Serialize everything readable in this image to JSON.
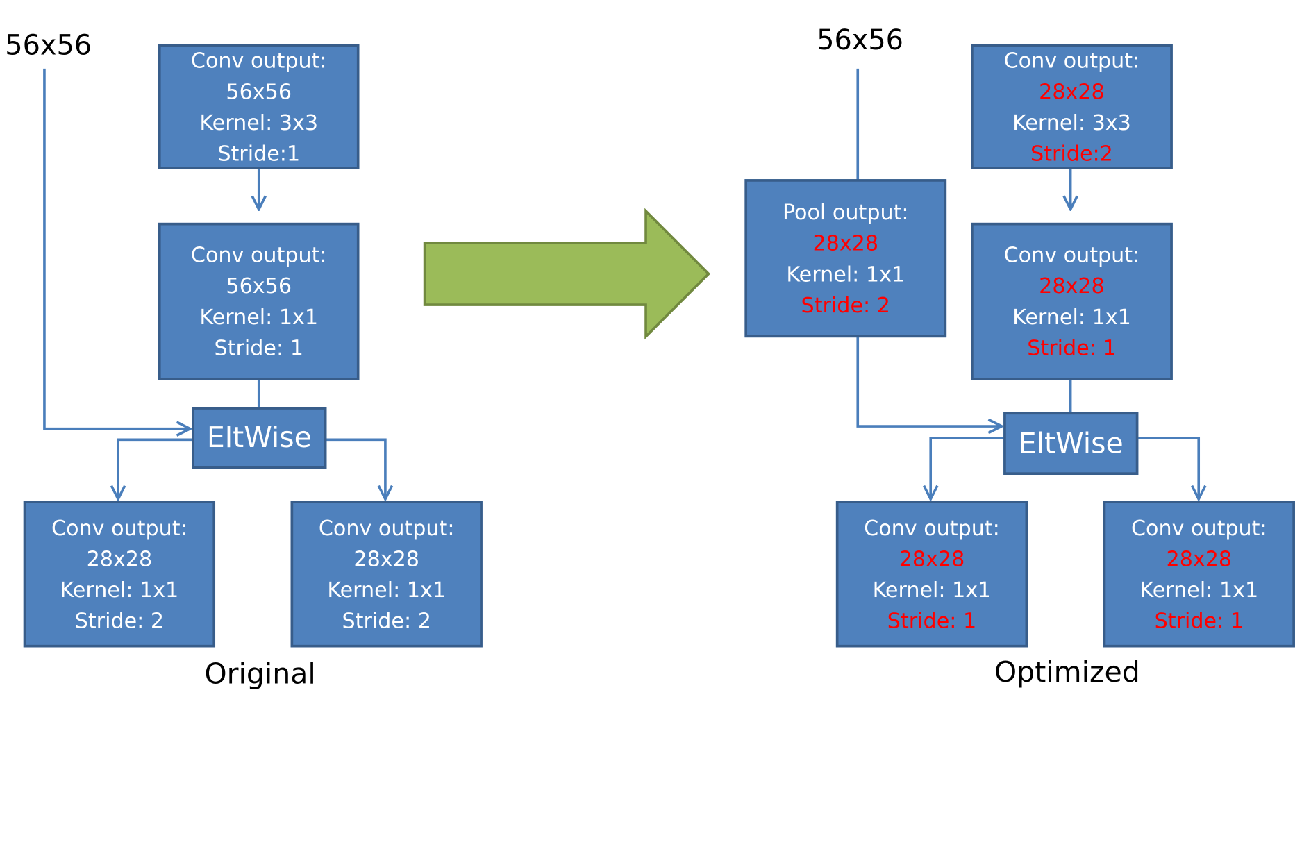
{
  "original": {
    "input_label": "56x56",
    "caption": "Original",
    "conv1": {
      "title": "Conv output:",
      "size": "56x56",
      "kernel": "Kernel: 3x3",
      "stride": "Stride:1"
    },
    "conv2": {
      "title": "Conv output:",
      "size": "56x56",
      "kernel": "Kernel: 1x1",
      "stride": "Stride: 1"
    },
    "eltwise": "EltWise",
    "conv3": {
      "title": "Conv output:",
      "size": "28x28",
      "kernel": "Kernel: 1x1",
      "stride": "Stride: 2"
    },
    "conv4": {
      "title": "Conv output:",
      "size": "28x28",
      "kernel": "Kernel: 1x1",
      "stride": "Stride: 2"
    }
  },
  "optimized": {
    "input_label": "56x56",
    "caption": "Optimized",
    "pool": {
      "title": "Pool output:",
      "size": "28x28",
      "kernel": "Kernel: 1x1",
      "stride": "Stride: 2"
    },
    "conv1": {
      "title": "Conv output:",
      "size": "28x28",
      "kernel": "Kernel: 3x3",
      "stride": "Stride:2"
    },
    "conv2": {
      "title": "Conv output:",
      "size": "28x28",
      "kernel": "Kernel: 1x1",
      "stride": "Stride: 1"
    },
    "eltwise": "EltWise",
    "conv3": {
      "title": "Conv output:",
      "size": "28x28",
      "kernel": "Kernel: 1x1",
      "stride": "Stride: 1"
    },
    "conv4": {
      "title": "Conv output:",
      "size": "28x28",
      "kernel": "Kernel: 1x1",
      "stride": "Stride: 1"
    }
  },
  "colors": {
    "box_fill": "#4f81bd",
    "box_border": "#385d8a",
    "box_text": "#ffffff",
    "changed_text": "#ff0000",
    "connector": "#4a7ebb",
    "transform_arrow_fill": "#9bbb59",
    "transform_arrow_border": "#71893f"
  }
}
